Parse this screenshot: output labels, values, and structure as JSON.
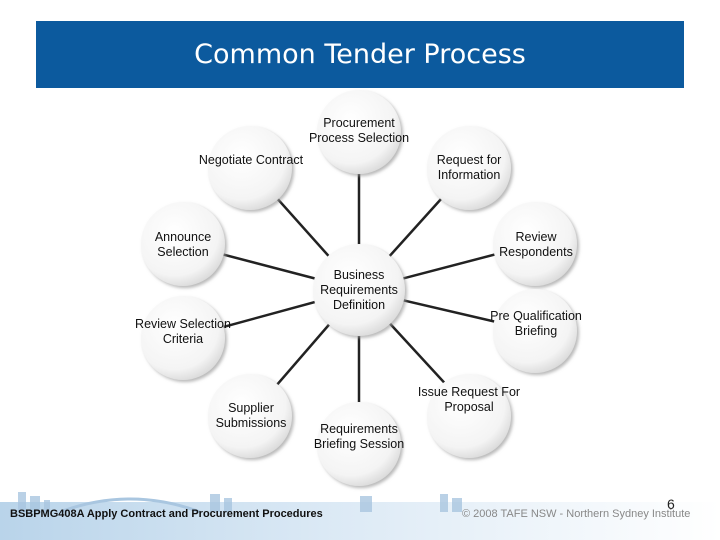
{
  "slide": {
    "title": "Common Tender Process",
    "footer": "BSBPMG408A Apply Contract and Procurement Procedures",
    "copyright": "© 2008 TAFE NSW - Northern Sydney Institute",
    "page_number": "6"
  },
  "diagram": {
    "center": "Business Requirements Definition",
    "nodes": [
      "Procurement Process Selection",
      "Request for Information",
      "Review Respondents",
      "Pre Qualification Briefing",
      "Issue Request For Proposal",
      "Requirements Briefing Session",
      "Supplier Submissions",
      "Review Selection Criteria",
      "Announce Selection",
      "Negotiate Contract"
    ]
  },
  "colors": {
    "title_background": "#0c5a9e",
    "node_fill": "#ffffff",
    "spoke": "#222222"
  }
}
